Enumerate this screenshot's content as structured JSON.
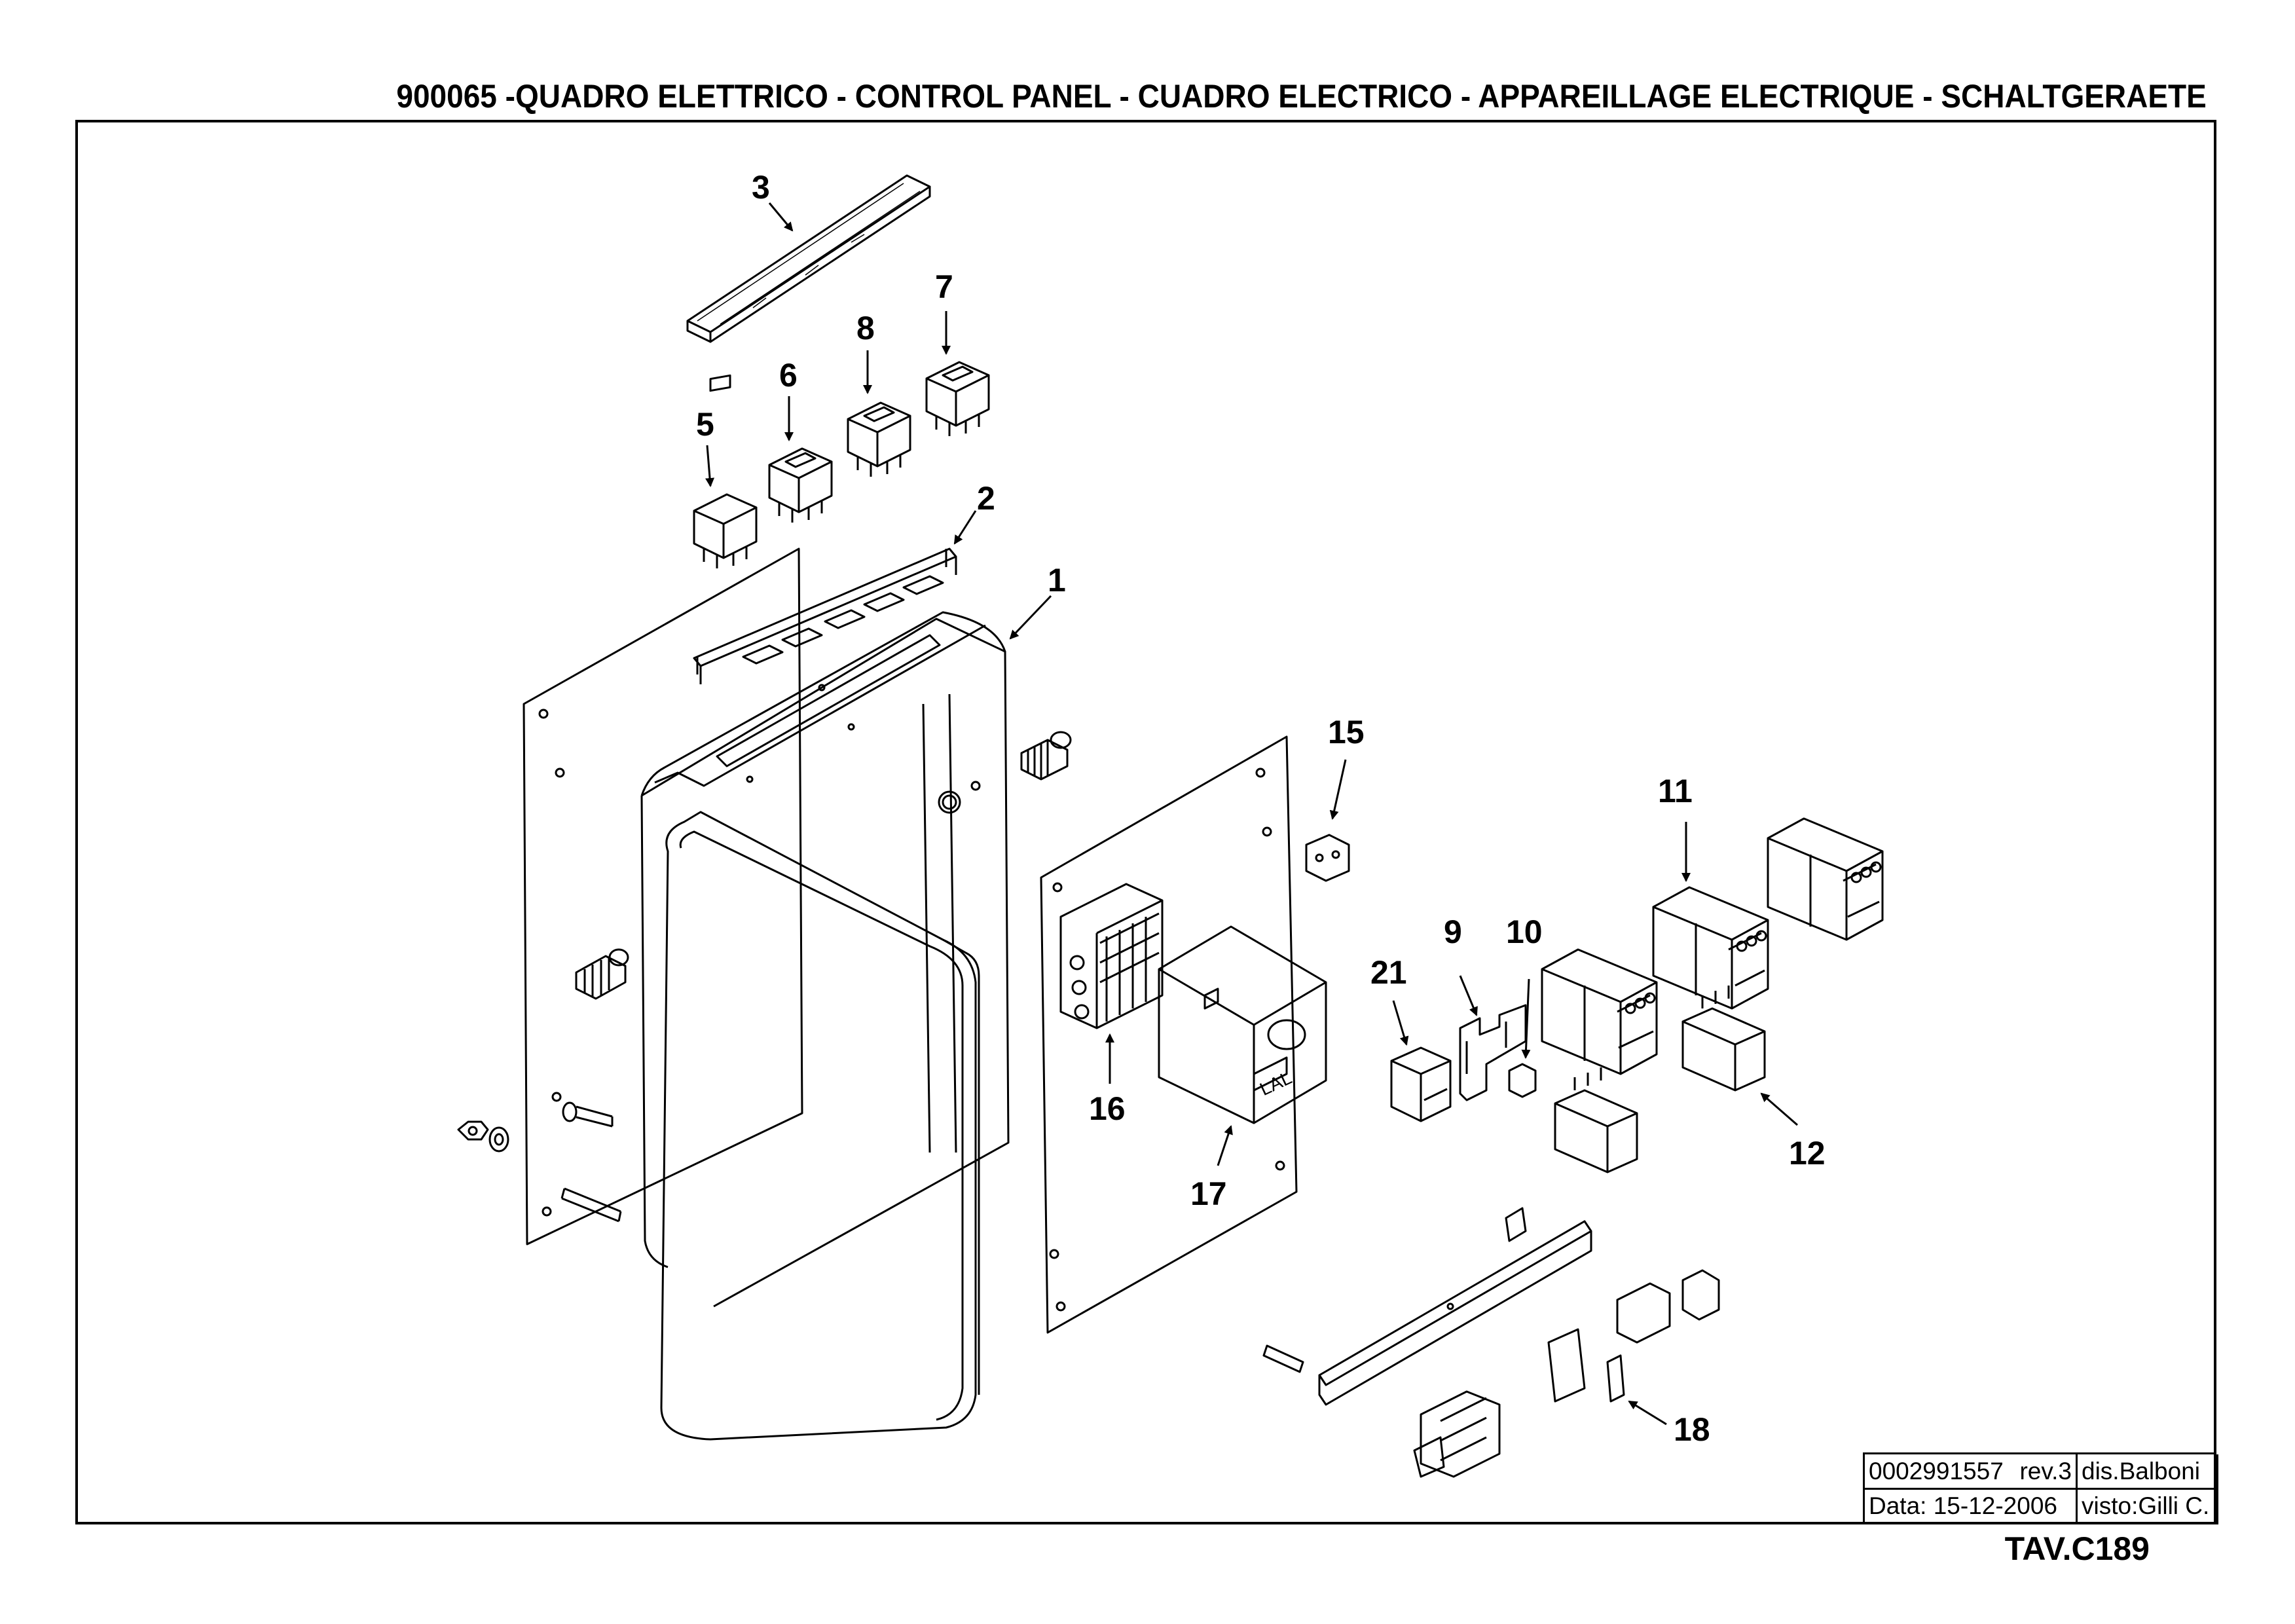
{
  "header": {
    "title": "900065 -QUADRO ELETTRICO - CONTROL PANEL - CUADRO ELECTRICO - APPAREILLAGE ELECTRIQUE - SCHALTGERAETE"
  },
  "callouts": {
    "c1": "1",
    "c2": "2",
    "c3": "3",
    "c5": "5",
    "c6": "6",
    "c7": "7",
    "c8": "8",
    "c9": "9",
    "c10": "10",
    "c11": "11",
    "c12": "12",
    "c15": "15",
    "c16": "16",
    "c17": "17",
    "c18": "18",
    "c21": "21"
  },
  "component_labels": {
    "burner_control": "LAL"
  },
  "title_block": {
    "drawing_number": "0002991557",
    "revision": "rev.3",
    "drawn_by": "dis.Balboni",
    "date": "Data:  15-12-2006",
    "checked_by": "visto:Gilli C."
  },
  "sheet_id": "TAV.C189"
}
